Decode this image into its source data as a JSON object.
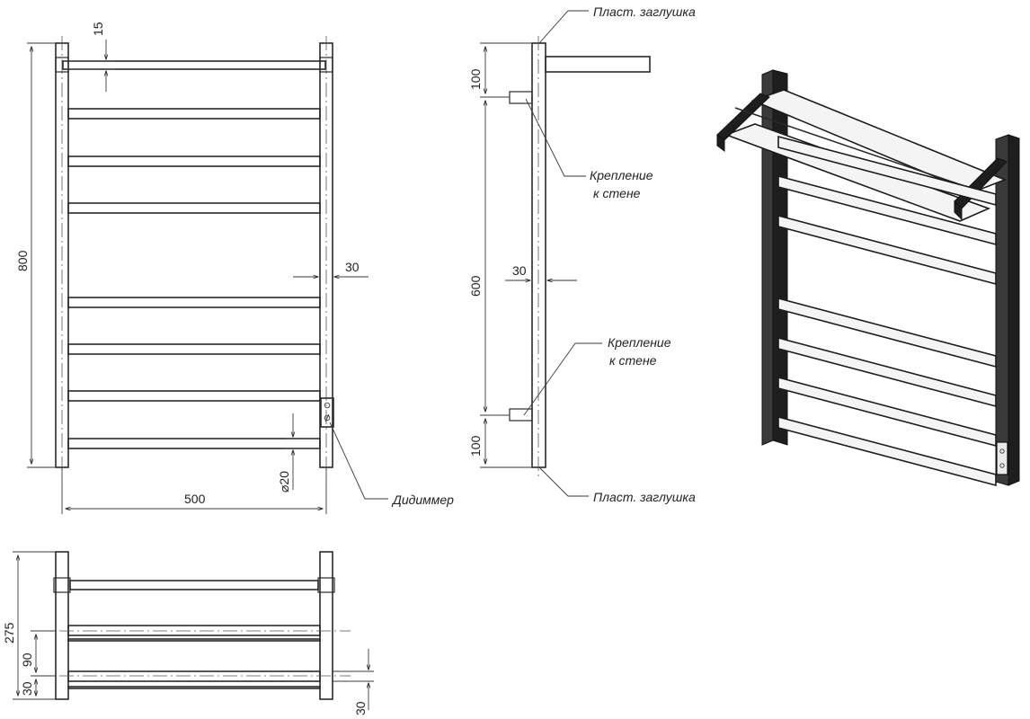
{
  "dimensions": {
    "front_top_offset": "15",
    "front_height": "800",
    "front_post_width": "30",
    "front_rail_diameter": "⌀20",
    "front_width": "500",
    "side_top_offset": "100",
    "side_mount_spacing": "600",
    "side_post_width": "30",
    "side_bottom_offset": "100",
    "top_depth": "275",
    "top_shelf_gap": "90",
    "top_bottom_offset": "30",
    "top_post_width": "30"
  },
  "labels": {
    "plastic_cap_top": "Пласт. заглушка",
    "wall_mount_upper_line1": "Крепление",
    "wall_mount_upper_line2": "к стене",
    "wall_mount_lower_line1": "Крепление",
    "wall_mount_lower_line2": "к стене",
    "plastic_cap_bottom": "Пласт. заглушка",
    "dimmer": "Дидиммер"
  }
}
